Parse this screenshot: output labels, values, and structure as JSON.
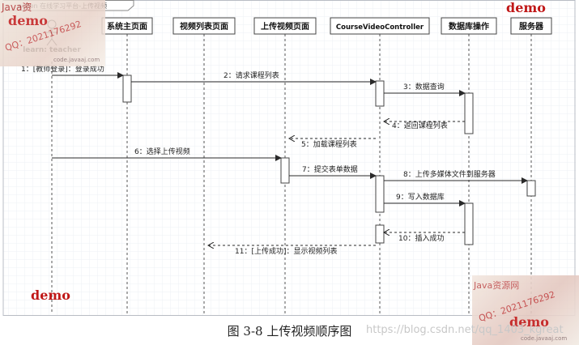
{
  "frame": {
    "title": "action 在线学习平台-上传视频"
  },
  "actor": {
    "label": "learn: teacher"
  },
  "lifelines": [
    {
      "id": "main",
      "label": "系统主页面"
    },
    {
      "id": "list",
      "label": "视频列表页面"
    },
    {
      "id": "upload",
      "label": "上传视频页面"
    },
    {
      "id": "ctrl",
      "label": "CourseVideoController"
    },
    {
      "id": "db",
      "label": "数据库操作"
    },
    {
      "id": "server",
      "label": "服务器"
    }
  ],
  "messages": [
    {
      "from": "actor",
      "to": "main",
      "label": "1：[教师登录]：登录成功",
      "kind": "sync"
    },
    {
      "from": "main",
      "to": "ctrl",
      "label": "2：请求课程列表",
      "kind": "sync"
    },
    {
      "from": "ctrl",
      "to": "db",
      "label": "3：数据查询",
      "kind": "sync"
    },
    {
      "from": "db",
      "to": "ctrl",
      "label": "4：返回课程列表",
      "kind": "return"
    },
    {
      "from": "ctrl",
      "to": "upload",
      "label": "5：加载课程列表",
      "kind": "return"
    },
    {
      "from": "actor",
      "to": "upload",
      "label": "6：选择上传视频",
      "kind": "sync"
    },
    {
      "from": "upload",
      "to": "ctrl",
      "label": "7：提交表单数据",
      "kind": "sync"
    },
    {
      "from": "ctrl",
      "to": "server",
      "label": "8：上传多媒体文件到服务器",
      "kind": "sync"
    },
    {
      "from": "ctrl",
      "to": "db",
      "label": "9：写入数据库",
      "kind": "sync"
    },
    {
      "from": "db",
      "to": "ctrl",
      "label": "10：插入成功",
      "kind": "return"
    },
    {
      "from": "ctrl",
      "to": "list",
      "label": "11：[上传成功]：显示视频列表",
      "kind": "return"
    }
  ],
  "caption": "图 3-8   上传视频顺序图",
  "watermarks": {
    "demo": "demo",
    "java_top": "Java资",
    "java_bottom": "Java资源网",
    "qq": "QQ：2021176292",
    "site": "code.javaaj.com",
    "csdn": "https://blog.csdn.net/qq_1403_kgreat"
  },
  "colors": {
    "line": "#2a2a2a",
    "box_border": "#444444",
    "grid": "#eef0f4",
    "watermark": "#c01818"
  }
}
